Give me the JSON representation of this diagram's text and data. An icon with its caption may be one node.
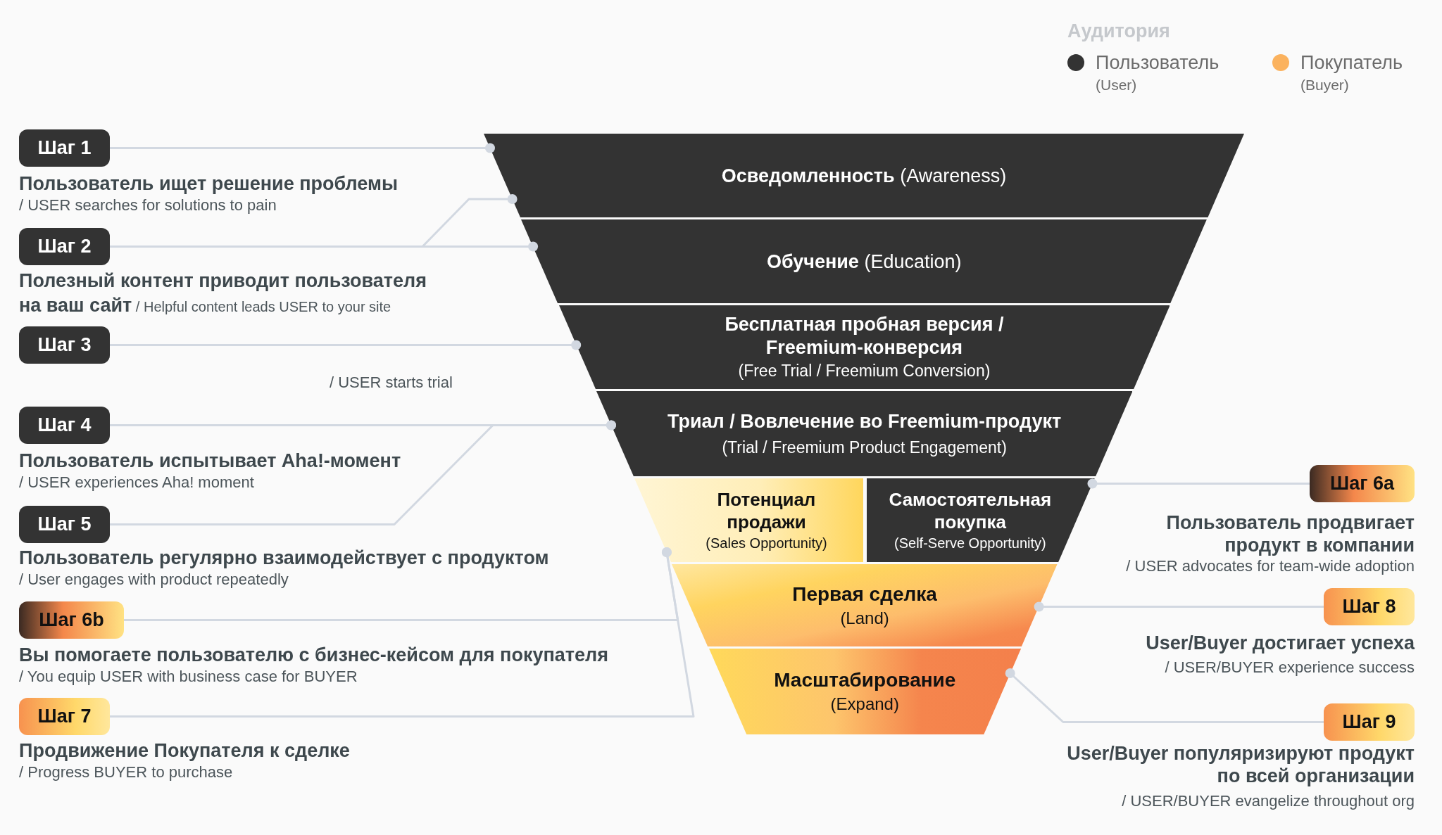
{
  "diagram": {
    "nodes": [
      {
        "text": [
          "Шаг 1"
        ],
        "beside": [
          "Пользователь ищет решение проблемы",
          "/ USER searches for solutions to pain"
        ]
      },
      {
        "text": [
          "Шаг 2"
        ],
        "beside": [
          "**Полезный контент приводит пользователя на ваш сайт** / Helpful content leads USER to your site"
        ]
      },
      {
        "text": [
          "Шаг 3"
        ]
      },
      {
        "text": [
          "Шаг 4"
        ],
        "beside": [
          "Пользователь испытывает Aha!-момент",
          "/ USER experiences Aha! moment"
        ]
      },
      {
        "text": [
          "Шаг 5"
        ],
        "beside": [
          "Пользователь регулярно взаимодействует с продуктом",
          "/ User engages with product repeatedly"
        ]
      },
      {
        "text": [
          "Шаг 6b"
        ],
        "beside": [
          "Вы помогаете пользователю с бизнес-кейсом для покупателя",
          "/ You equip USER with business case for BUYER"
        ]
      },
      {
        "text": [
          "Шаг 7"
        ],
        "beside": [
          "Продвижение Покупателя к сделке",
          "/ Progress BUYER to purchase"
        ]
      },
      {
        "text": [
          "**Осведомленность** (Awareness)"
        ]
      },
      {
        "text": [
          "**Обучение** (Education)"
        ]
      },
      {
        "text": [
          "Бесплатная пробная версия / Freemium-конверсия",
          "(Free Trial / Freemium Conversion)"
        ]
      },
      {
        "text": [
          "Триал / Вовлечение во Freemium-продукт",
          "(Trial / Freemium Product Engagement)"
        ]
      },
      {
        "text": [
          "Потенциал продажи",
          "(Sales Opportunity)"
        ]
      },
      {
        "text": [
          "Самостоятельная покупка",
          "(Self-Serve Opportunity)"
        ]
      },
      {
        "text": [
          "Первая сделка",
          "(Land)"
        ]
      },
      {
        "text": [
          "Масштабирование",
          "(Expand)"
        ]
      },
      {
        "text": [
          "Шаг 6a"
        ],
        "beside": [
          "Пользователь продвигает продукт в компании",
          "/ USER advocates for team-wide adoption"
        ]
      },
      {
        "text": [
          "Шаг 8"
        ],
        "beside": [
          "User/Buyer достигает успеха",
          "/ USER/BUYER experience success"
        ]
      },
      {
        "text": [
          "Шаг 9"
        ],
        "beside": [
          "User/Buyer популяризируют продукт по всей организации",
          "/ USER/BUYER evangelize throughout org"
        ]
      }
    ],
    "edges": [
      {
        "from": 0,
        "to": 7,
        "arrow": "other"
      },
      {
        "from": 1,
        "to": 7,
        "arrow": "other"
      },
      {
        "from": 1,
        "to": 8,
        "arrow": "other"
      },
      {
        "from": 2,
        "to": 9,
        "arrow": "other"
      },
      {
        "from": 3,
        "to": 10,
        "arrow": "other"
      },
      {
        "from": 4,
        "to": 10,
        "arrow": "other"
      },
      {
        "from": 5,
        "to": 11,
        "arrow": "other"
      },
      {
        "from": 6,
        "to": 11,
        "arrow": "other"
      },
      {
        "from": 15,
        "to": 12,
        "arrow": "other"
      },
      {
        "from": 16,
        "to": 13,
        "arrow": "other"
      },
      {
        "from": 17,
        "to": 14,
        "arrow": "other"
      }
    ],
    "labels": [
      "Аудитория",
      "/ USER starts trial"
    ],
    "legend": [
      {
        "text": "Пользователь (User)",
        "color": "#333333"
      },
      {
        "text": "Покупатель (Buyer)",
        "color": "#fbb25e"
      }
    ]
  }
}
